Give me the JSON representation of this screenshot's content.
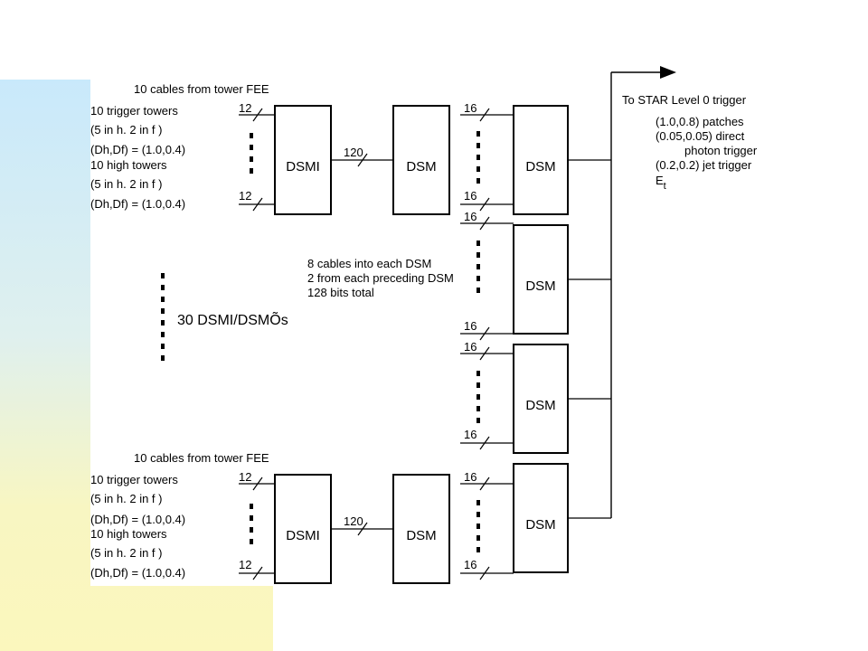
{
  "top_group": {
    "header": "10 cables from tower FEE",
    "lines": [
      "10 trigger towers",
      "(5 in h. 2 in f )",
      "(Dh,Df) = (1.0,0.4)",
      "10 high towers",
      "(5 in h. 2 in f )",
      "(Dh,Df) = (1.0,0.4)"
    ],
    "input_count_top": "12",
    "input_count_bottom": "12",
    "dsmi_label": "DSMI",
    "bus_width": "120",
    "dsm_label": "DSM"
  },
  "bottom_group": {
    "header": "10 cables from tower FEE",
    "lines": [
      "10 trigger towers",
      "(5 in h. 2 in f )",
      "(Dh,Df) = (1.0,0.4)",
      "10 high towers",
      "(5 in h. 2 in f )",
      "(Dh,Df) = (1.0,0.4)"
    ],
    "input_count_top": "12",
    "input_count_bottom": "12",
    "dsmi_label": "DSMI",
    "bus_width": "120",
    "dsm_label": "DSM"
  },
  "middle_note": "30 DSMI/DSMÕs",
  "cables_note": [
    "8 cables into each DSM",
    "2 from each preceding DSM",
    "128 bits total"
  ],
  "right_dsms": [
    {
      "label": "DSM",
      "top_input": "16",
      "bottom_input": "16"
    },
    {
      "label": "DSM",
      "top_input": "16",
      "bottom_input": "16"
    },
    {
      "label": "DSM",
      "top_input": "16",
      "bottom_input": "16"
    },
    {
      "label": "DSM",
      "top_input": "16",
      "bottom_input": "16"
    }
  ],
  "output": {
    "title": "To STAR Level 0 trigger",
    "items": [
      "(1.0,0.8) patches",
      "(0.05,0.05) direct",
      "photon trigger",
      "(0.2,0.2) jet trigger"
    ],
    "et_main": "E",
    "et_sub": "t"
  }
}
